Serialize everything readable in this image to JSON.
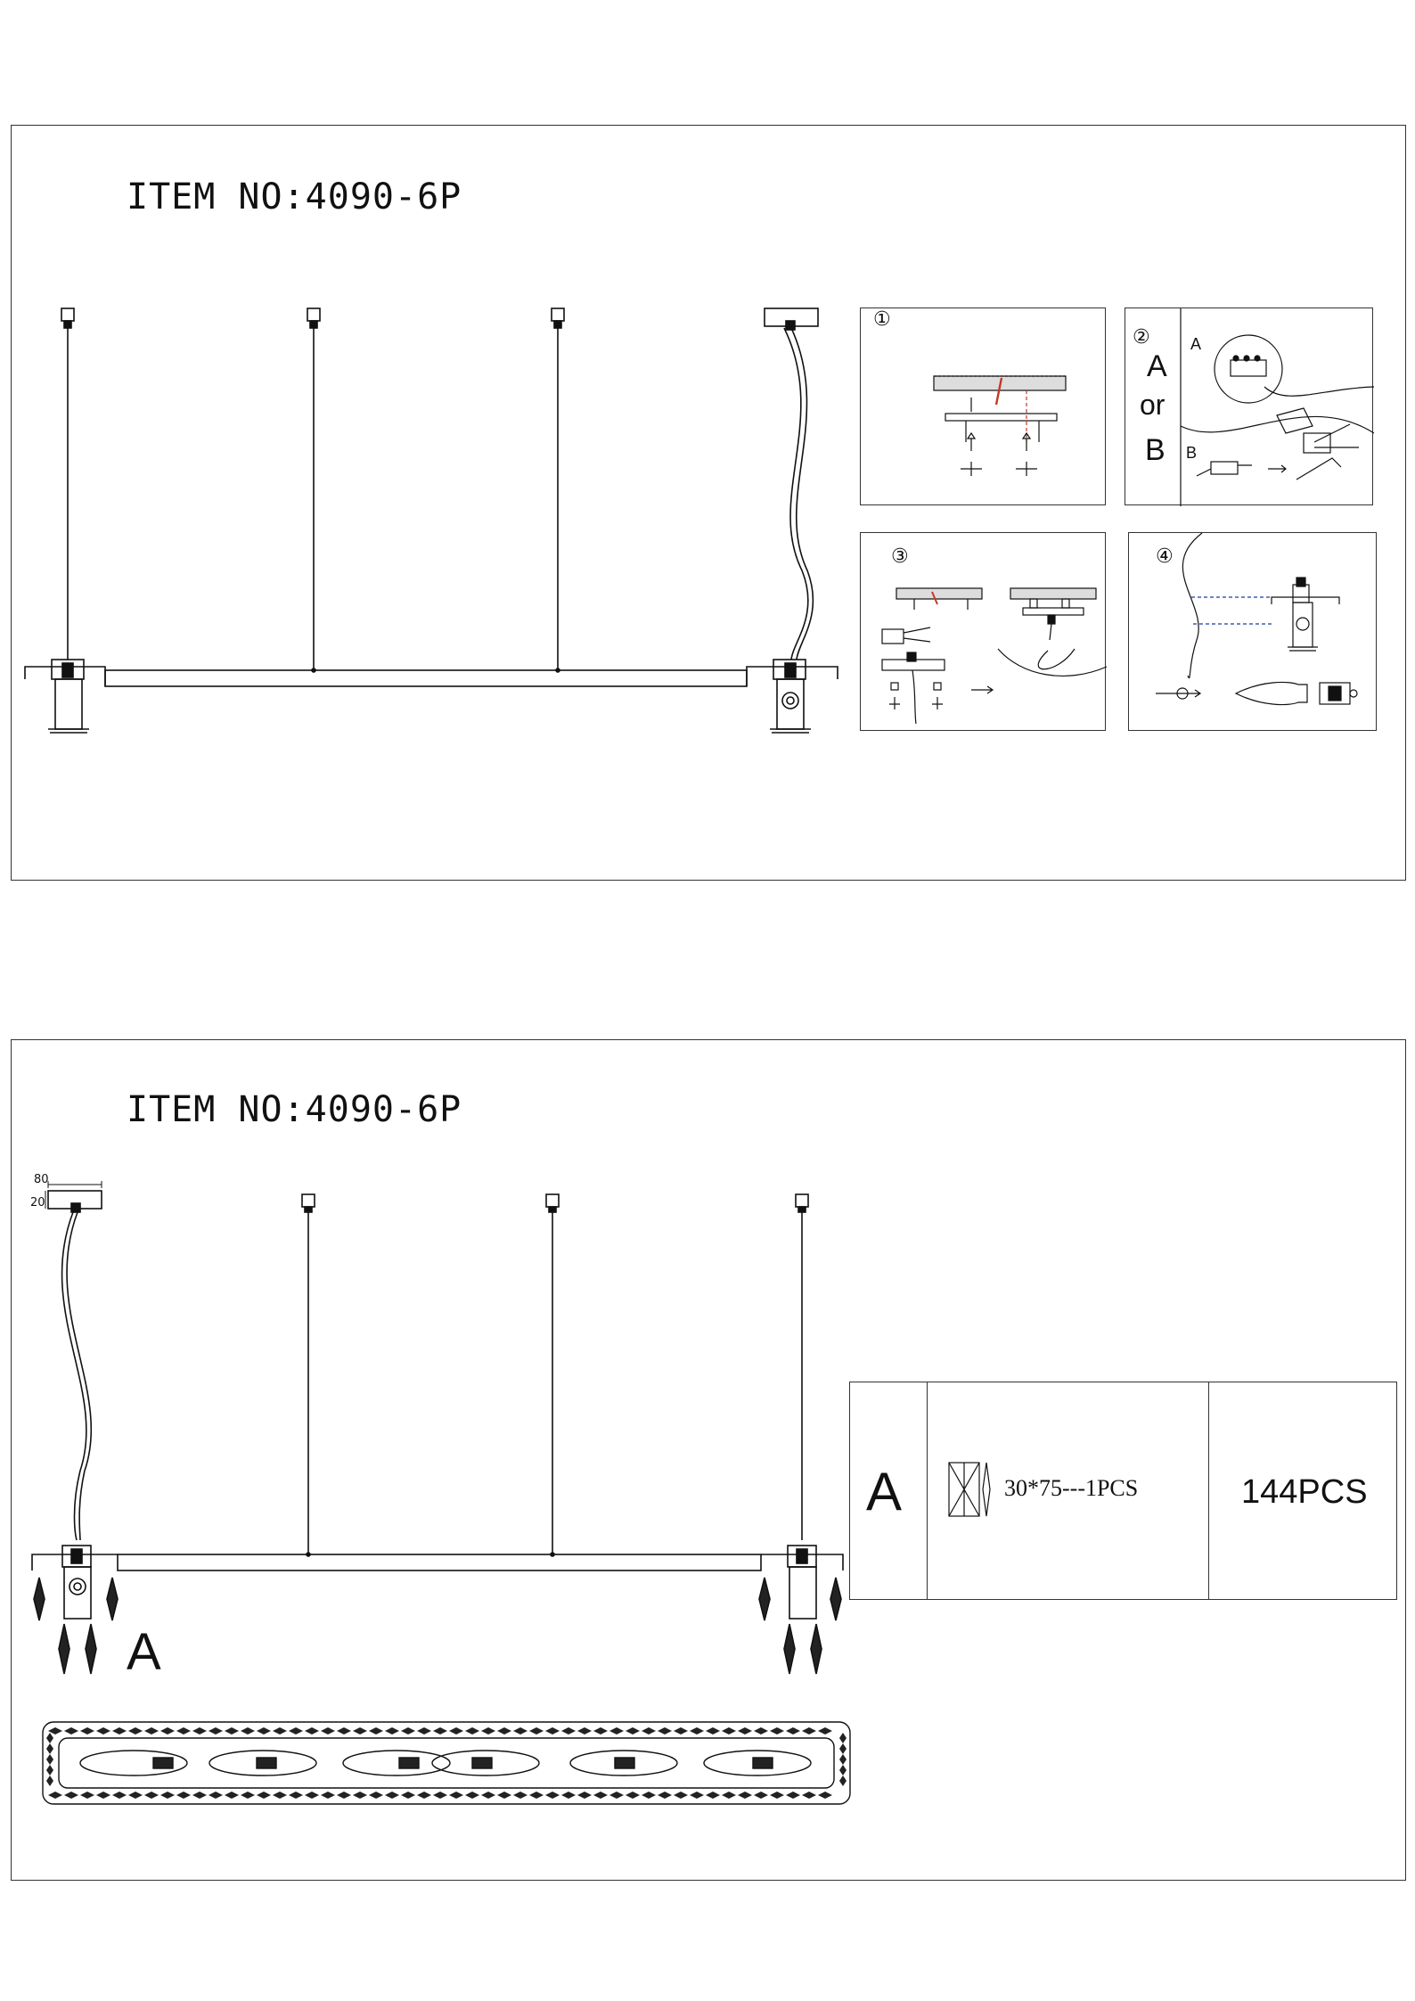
{
  "top_panel": {
    "item_no": "ITEM NO:4090-6P",
    "steps": [
      {
        "number": "①"
      },
      {
        "number": "②",
        "option_a": "A",
        "option_or": "or",
        "option_b": "B",
        "sub_a": "A",
        "sub_b": "B"
      },
      {
        "number": "③"
      },
      {
        "number": "④"
      }
    ]
  },
  "bottom_panel": {
    "item_no": "ITEM NO:4090-6P",
    "canopy_width": "80",
    "canopy_height": "20",
    "callout": "A",
    "crystal_table": {
      "label": "A",
      "spec": "30*75---1PCS",
      "quantity": "144PCS"
    }
  }
}
